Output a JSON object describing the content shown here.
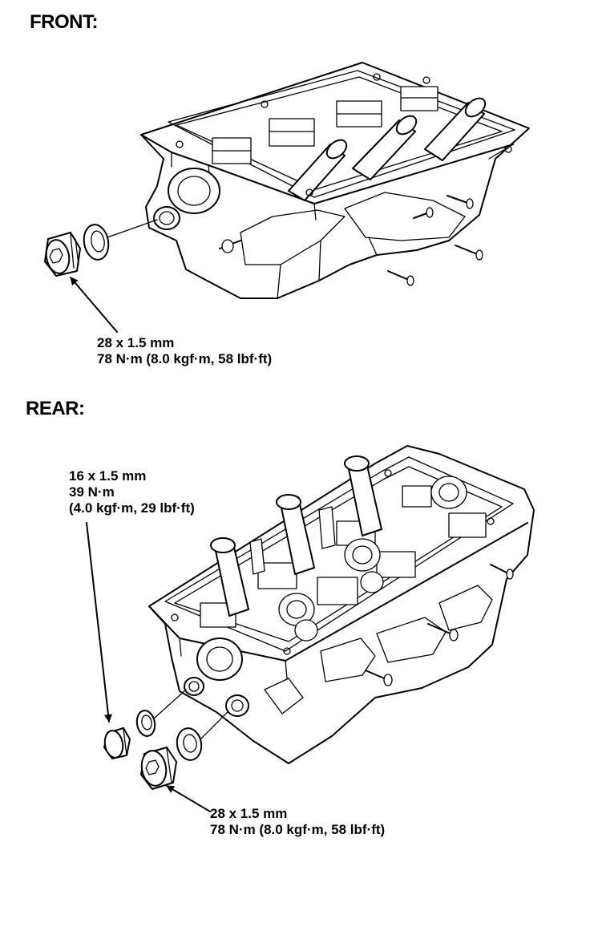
{
  "front": {
    "title": "FRONT:",
    "plug_spec": {
      "size": "28 x 1.5 mm",
      "torque": "78 N·m (8.0 kgf·m, 58 lbf·ft)"
    }
  },
  "rear": {
    "title": "REAR:",
    "small_plug_spec": {
      "size": "16 x 1.5 mm",
      "torque": "39 N·m",
      "torque_alt": "(4.0 kgf·m, 29 lbf·ft)"
    },
    "large_plug_spec": {
      "size": "28 x 1.5 mm",
      "torque": "78 N·m (8.0 kgf·m, 58 lbf·ft)"
    }
  }
}
